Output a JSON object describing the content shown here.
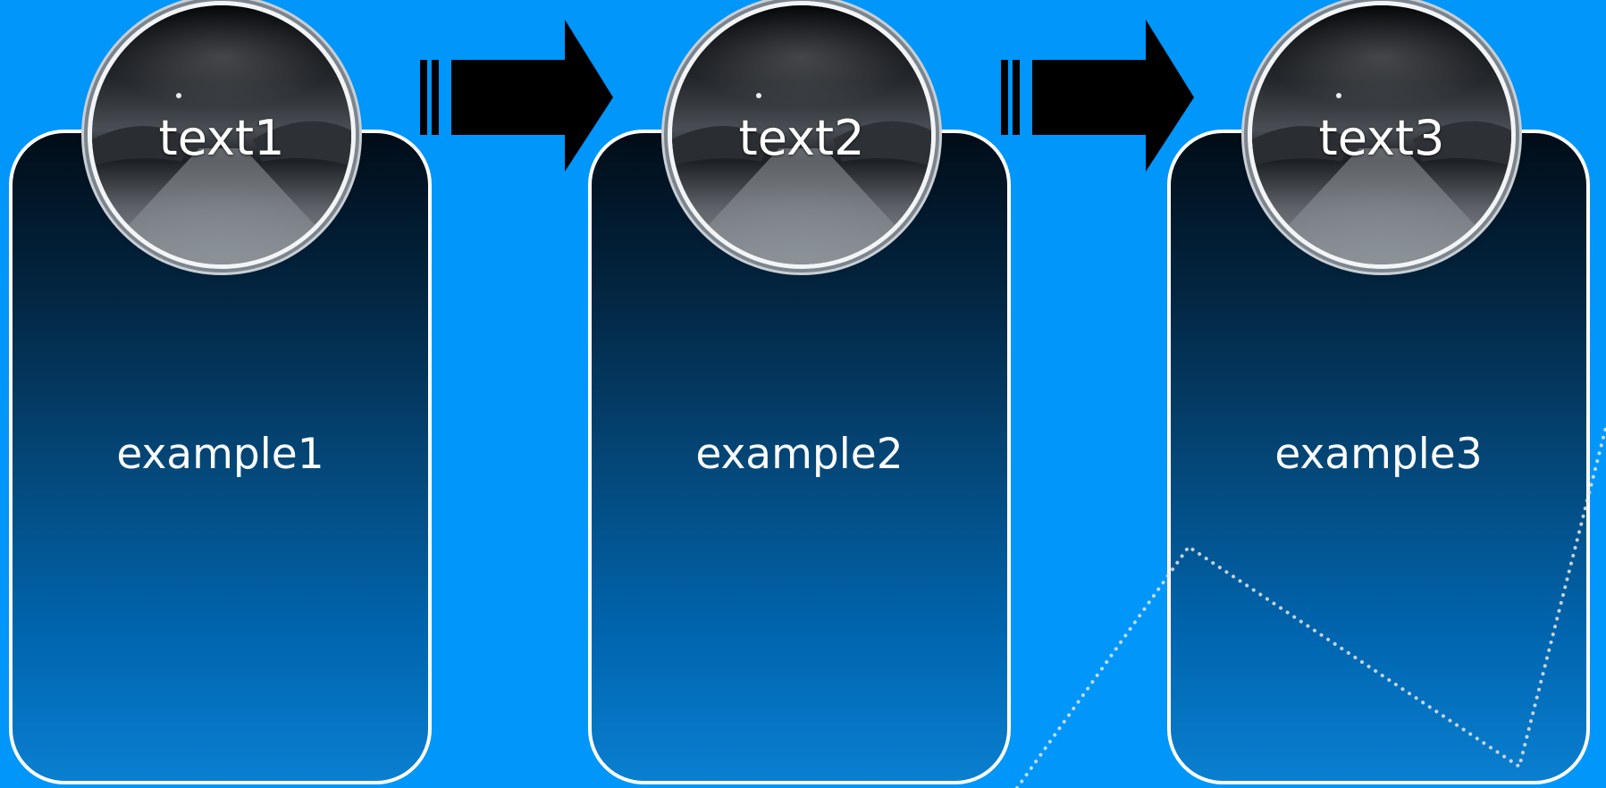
{
  "steps": [
    {
      "title": "text1",
      "description": "example1"
    },
    {
      "title": "text2",
      "description": "example2"
    },
    {
      "title": "text3",
      "description": "example3"
    }
  ],
  "connectors": [
    {
      "icon": "right-arrow-icon",
      "from": "text1",
      "to": "text2"
    },
    {
      "icon": "right-arrow-icon",
      "from": "text2",
      "to": "text3"
    }
  ],
  "colors": {
    "background": "#0096fa",
    "card_border": "#ffffff",
    "card_top": "#010d18",
    "card_bottom": "#0a7fd0",
    "arrow": "#000000",
    "text": "#ffffff"
  }
}
